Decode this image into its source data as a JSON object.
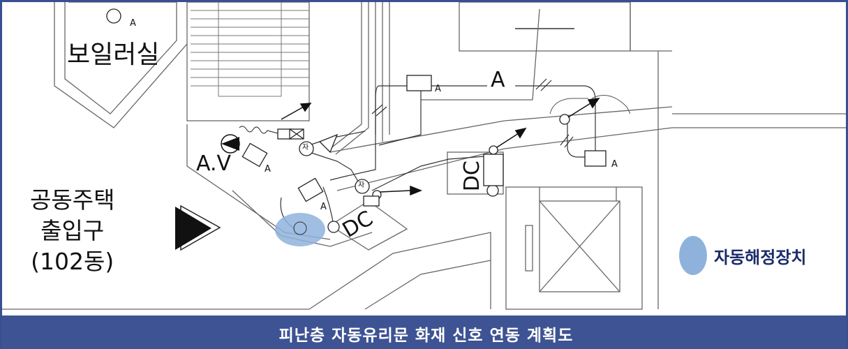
{
  "labels": {
    "boiler_room": "보일러실",
    "entrance_line1": "공동주택",
    "entrance_line2": "출입구",
    "entrance_line3": "(102동)",
    "av": "A.V",
    "a_tag": "A",
    "dc": "DC",
    "door_symbol": "자"
  },
  "legend": {
    "label": "자동해정장치",
    "color": "#8fb2dd"
  },
  "title": {
    "text": "피난층 자동유리문 화재 신호 연동 계획도"
  },
  "colors": {
    "title_bar": "#3d5393",
    "frame": "#3a4f8f",
    "highlight": "#8fb2dd",
    "lines": "#555555"
  }
}
